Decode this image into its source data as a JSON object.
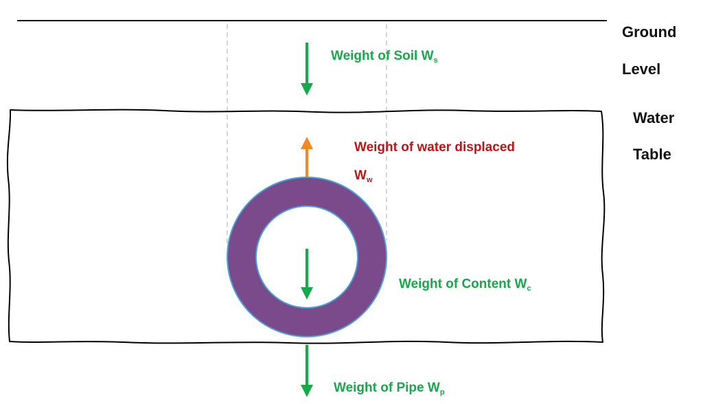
{
  "labels": {
    "ground_1": "Ground",
    "ground_2": "Level",
    "water_1": "Water",
    "water_2": "Table",
    "soil": "Weight of Soil W",
    "soil_sub": "s",
    "displaced_1": "Weight of water displaced",
    "displaced_2": "W",
    "displaced_sub": "w",
    "content": "Weight of Content W",
    "content_sub": "c",
    "pipe": "Weight of Pipe W",
    "pipe_sub": "p"
  },
  "colors": {
    "force_down": "#16a94a",
    "buoyancy_arrow": "#f28a21",
    "buoyancy_text": "#bf1515",
    "pipe_wall": "#7a4a8b",
    "pipe_outline": "#4aa3df",
    "guide_lines": "#c8c8c8",
    "ground_line": "#000000"
  }
}
